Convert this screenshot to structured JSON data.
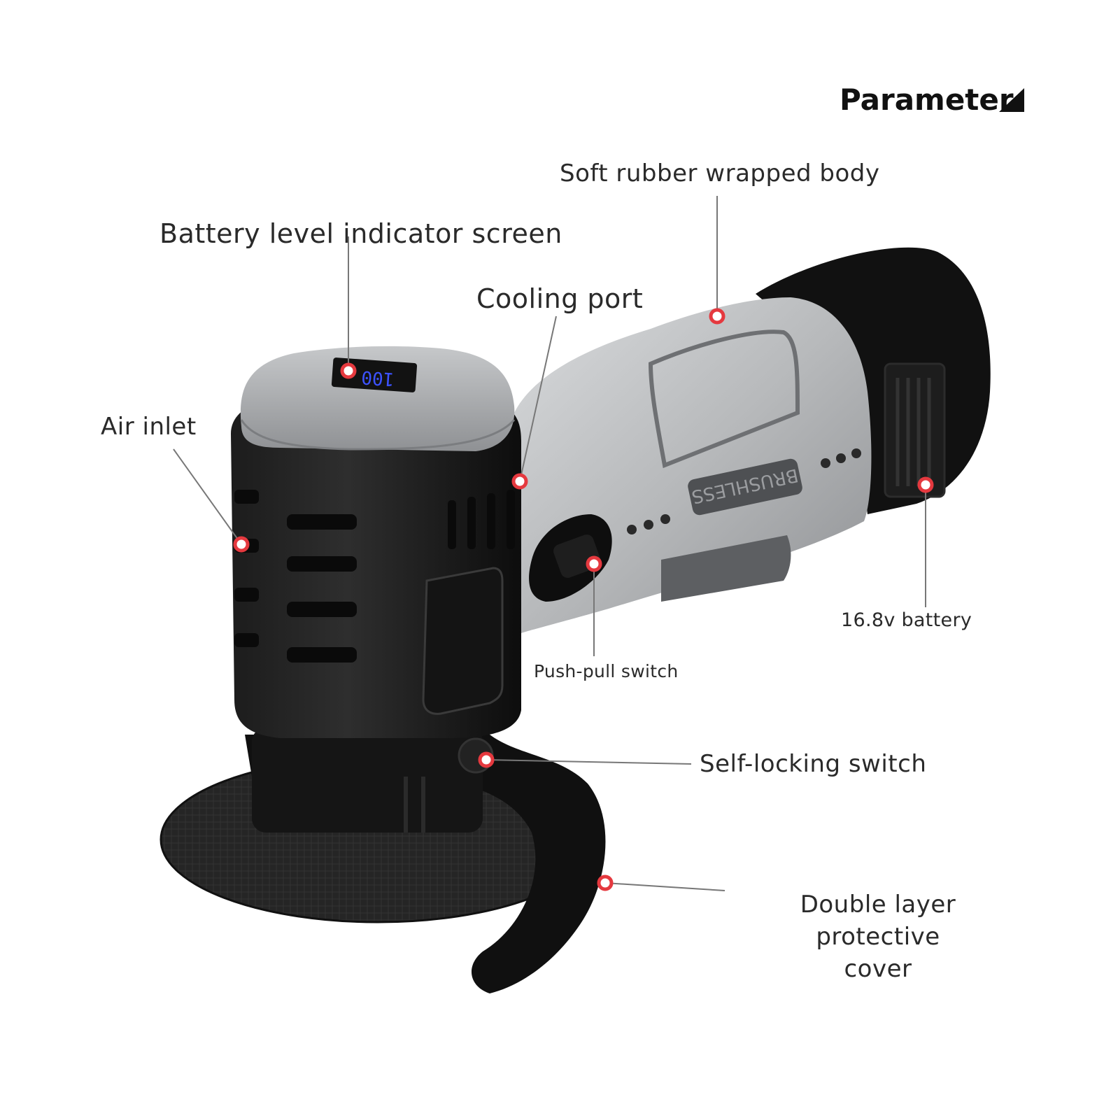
{
  "header": {
    "title": "Parameter"
  },
  "callouts": {
    "soft_body": "Soft rubber wrapped body",
    "battery_screen": "Battery level indicator screen",
    "cooling_port": "Cooling port",
    "air_inlet": "Air inlet",
    "battery": "16.8v battery",
    "push_pull": "Push-pull switch",
    "self_locking": "Self-locking switch",
    "cover_line1": "Double layer protective",
    "cover_line2": "cover"
  },
  "product": {
    "body_text": "BRUSHLESS",
    "screen_text": "100"
  },
  "colors": {
    "marker": "#e5393f",
    "leader_line": "#777777",
    "body_grey": "#b9bbbd",
    "body_black": "#151515",
    "screen_blue": "#3c52ff"
  }
}
